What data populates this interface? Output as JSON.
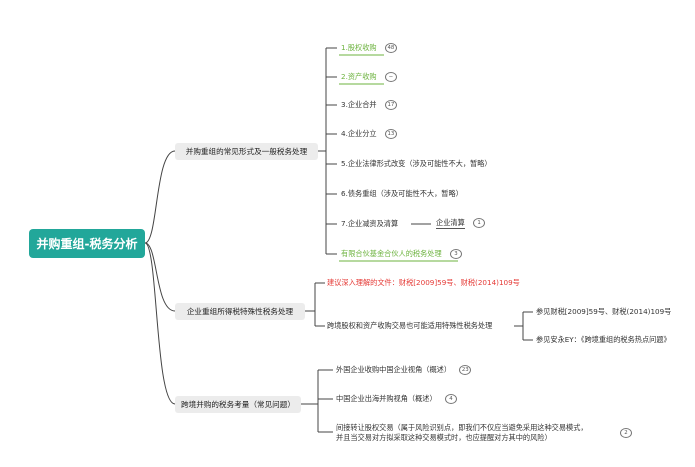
{
  "root": {
    "title": "并购重组-税务分析"
  },
  "branches": [
    {
      "label": "并购重组的常见形式及一般税务处理",
      "children": [
        {
          "label": "1.股权收购",
          "badge": "48"
        },
        {
          "label": "2.资产收购",
          "badge": "−"
        },
        {
          "label": "3.企业合并",
          "badge": "17"
        },
        {
          "label": "4.企业分立",
          "badge": "13"
        },
        {
          "label": "5.企业法律形式改变（涉及可能性不大，暂略）"
        },
        {
          "label": "6.债务重组（涉及可能性不大，暂略）"
        },
        {
          "label": "7.企业减资及清算",
          "child": {
            "label": "企业清算",
            "badge": "1"
          }
        },
        {
          "label": "有限合伙基金合伙人的税务处理",
          "badge": "3"
        }
      ]
    },
    {
      "label": "企业重组所得税特殊性税务处理",
      "children": [
        {
          "label": "建议深入理解的文件：财税[2009]59号、财税(2014)109号"
        },
        {
          "label": "跨境股权和资产收购交易也可能适用特殊性税务处理",
          "children": [
            {
              "label": "参见财税[2009]59号、财税(2014)109号"
            },
            {
              "label": "参见安永EY：《跨境重组的税务热点问题》"
            }
          ]
        }
      ]
    },
    {
      "label": "跨境并购的税务考量（常见问题）",
      "children": [
        {
          "label": "外国企业收购中国企业视角（概述）",
          "badge": "23"
        },
        {
          "label": "中国企业出海并购视角（概述）",
          "badge": "4"
        },
        {
          "line1": "间接转让股权交易（属于风险识别点，即我们不仅应当避免采用这种交易模式，",
          "line2": "并且当交易对方拟采取这种交易模式时，也应提醒对方其中的风险）",
          "badge": "2"
        }
      ]
    }
  ],
  "colors": {
    "root": "#22a79a",
    "branch_bg": "#ececec",
    "accent_green": "#6db33f",
    "accent_red": "#e53935"
  }
}
